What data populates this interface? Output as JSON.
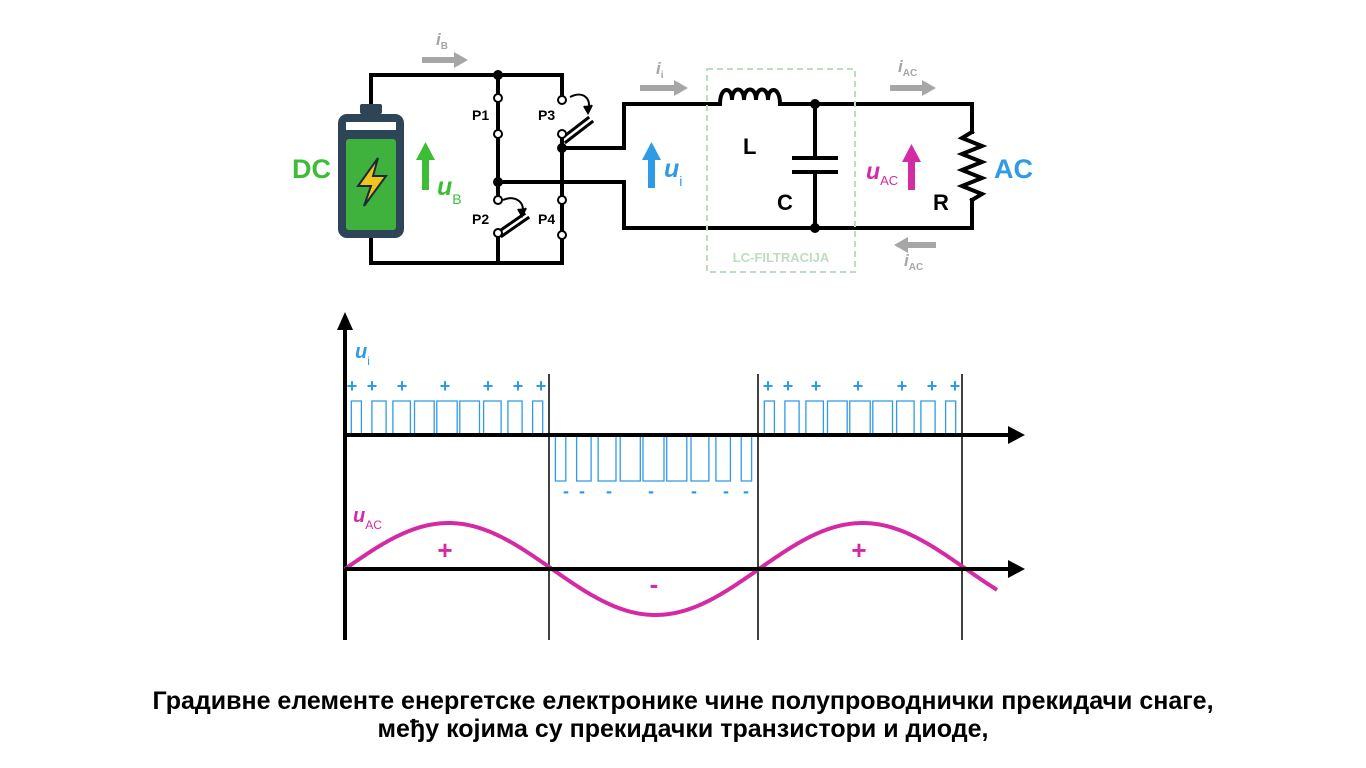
{
  "colors": {
    "black": "#000000",
    "gray": "#a6a6a6",
    "green": "#3dbd35",
    "blue": "#2f9ae6",
    "magenta": "#d42aa4",
    "filter": "#bfdcc0",
    "battery_body": "#2e4457",
    "battery_fill": "#3fb23e",
    "bolt": "#f2c21d"
  },
  "circuit": {
    "dc_label": "DC",
    "ac_label": "AC",
    "u": "u",
    "i": "i",
    "sub_b": "B",
    "sub_i": "i",
    "sub_ac": "AC",
    "switches": {
      "p1": "P1",
      "p2": "P2",
      "p3": "P3",
      "p4": "P4"
    },
    "inductor": "L",
    "capacitor": "C",
    "resistor": "R",
    "filter_label": "LC-FILTRACIJA"
  },
  "plot": {
    "ui_label": "u",
    "ui_sub": "i",
    "uac_label": "u",
    "uac_sub": "AC",
    "plus": "+",
    "minus": "-",
    "pwm_pos_signs": 7,
    "pwm_neg_signs": 7,
    "sine_half_signs": [
      "+",
      "-",
      "+"
    ]
  },
  "caption": {
    "line1": "Градивне елементе енергетске електронике чине полупроводнички прекидачи снаге,",
    "line2": "међу којима су прекидачки транзистори и диоде,"
  }
}
